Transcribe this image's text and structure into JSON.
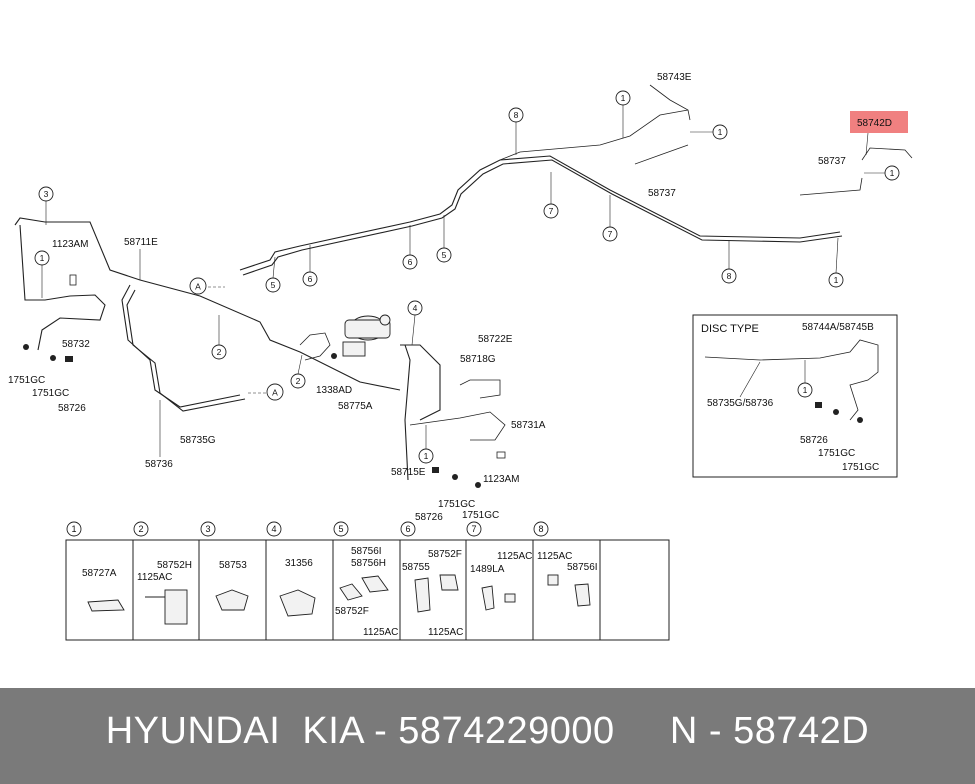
{
  "labels": {
    "p58743E": "58743E",
    "p58742D": "58742D",
    "p58737_top": "58737",
    "p58737_right": "58737",
    "p58711E": "58711E",
    "p1123AM_left": "1123AM",
    "p58732": "58732",
    "p1751GC_a": "1751GC",
    "p1751GC_b": "1751GC",
    "p58726_left": "58726",
    "p1338AD": "1338AD",
    "p58775A": "58775A",
    "p58735G": "58735G",
    "p58736": "58736",
    "p58722E": "58722E",
    "p58718G": "58718G",
    "p58731A": "58731A",
    "p58715E": "58715E",
    "p1123AM_mid": "1123AM",
    "p1751GC_c": "1751GC",
    "p58726_mid": "58726",
    "p1751GC_d": "1751GC",
    "disc_type": "DISC TYPE",
    "p58744A_58745B": "58744A/58745B",
    "p58735G_58736": "58735G/58736",
    "p58726_disc": "58726",
    "p1751GC_disc1": "1751GC",
    "p1751GC_disc2": "1751GC",
    "arrow_A": "A"
  },
  "callouts": [
    "1",
    "2",
    "3",
    "4",
    "5",
    "6",
    "7",
    "8"
  ],
  "legend": {
    "cells": [
      {
        "num": "1",
        "parts": [
          "58727A"
        ]
      },
      {
        "num": "2",
        "parts": [
          "58752H",
          "1125AC"
        ]
      },
      {
        "num": "3",
        "parts": [
          "58753"
        ]
      },
      {
        "num": "4",
        "parts": [
          "31356"
        ]
      },
      {
        "num": "5",
        "parts": [
          "58756I",
          "58756H",
          "58752F",
          "1125AC"
        ]
      },
      {
        "num": "6",
        "parts": [
          "58752F",
          "58755",
          "1125AC"
        ]
      },
      {
        "num": "7",
        "parts": [
          "1125AC",
          "1489LA"
        ]
      },
      {
        "num": "8",
        "parts": [
          "1125AC",
          "58756I"
        ]
      }
    ]
  },
  "highlight": {
    "part": "58742D",
    "color": "#f08080"
  },
  "footer": {
    "text": "HYUNDAI  KIA - 5874229000     N - 58742D"
  }
}
